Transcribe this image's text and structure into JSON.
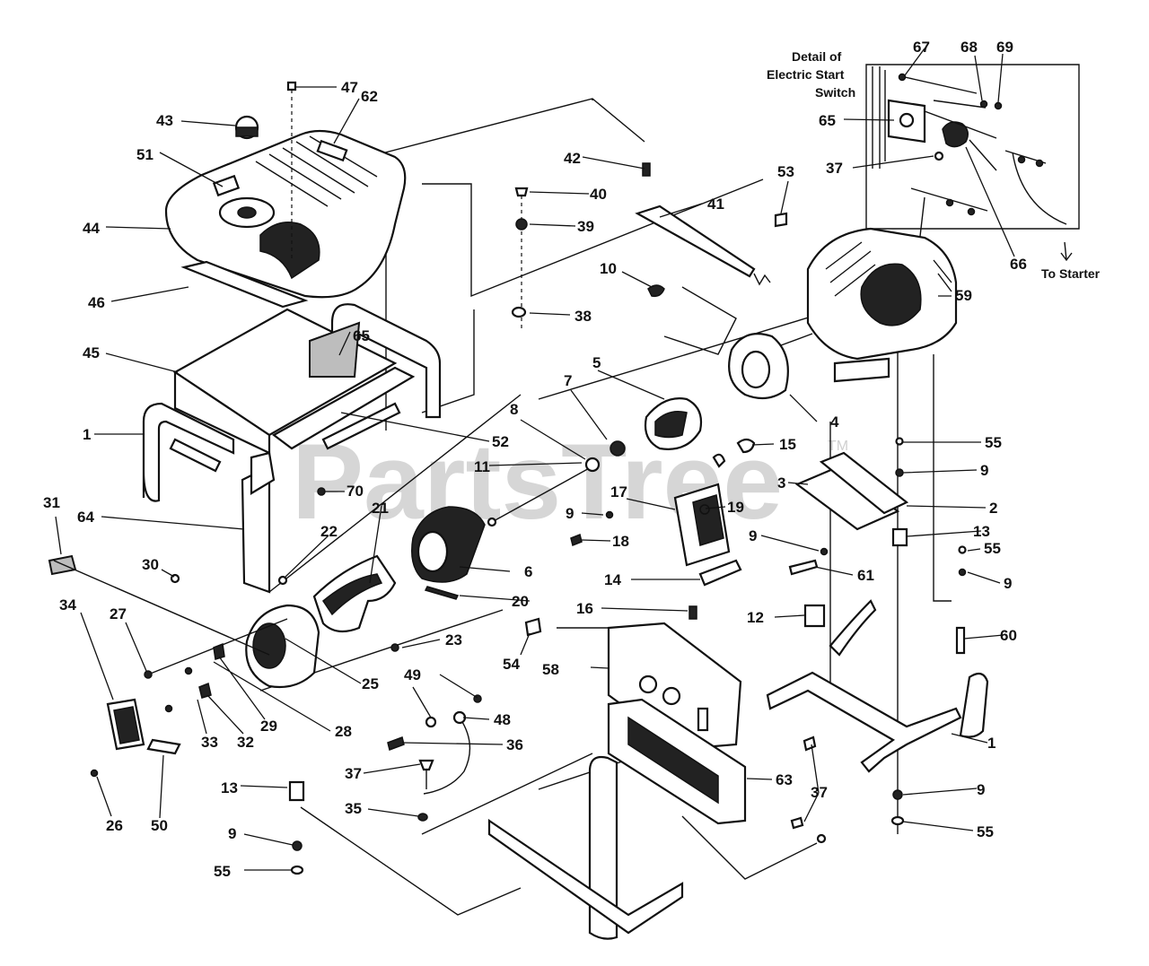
{
  "watermark": {
    "text": "PartsTree",
    "trademark": "TM"
  },
  "detail": {
    "title_lines": [
      "Detail of",
      "Electric Start",
      "Switch"
    ],
    "to_starter": "To Starter"
  },
  "callouts": [
    {
      "id": "67",
      "text": "67"
    },
    {
      "id": "68",
      "text": "68"
    },
    {
      "id": "69",
      "text": "69"
    },
    {
      "id": "65a",
      "text": "65"
    },
    {
      "id": "37a",
      "text": "37"
    },
    {
      "id": "66",
      "text": "66"
    },
    {
      "id": "47",
      "text": "47"
    },
    {
      "id": "62",
      "text": "62"
    },
    {
      "id": "43",
      "text": "43"
    },
    {
      "id": "51",
      "text": "51"
    },
    {
      "id": "44",
      "text": "44"
    },
    {
      "id": "46",
      "text": "46"
    },
    {
      "id": "45",
      "text": "45"
    },
    {
      "id": "65b",
      "text": "65"
    },
    {
      "id": "1a",
      "text": "1"
    },
    {
      "id": "52",
      "text": "52"
    },
    {
      "id": "70",
      "text": "70"
    },
    {
      "id": "64",
      "text": "64"
    },
    {
      "id": "22",
      "text": "22"
    },
    {
      "id": "21",
      "text": "21"
    },
    {
      "id": "31",
      "text": "31"
    },
    {
      "id": "30",
      "text": "30"
    },
    {
      "id": "34",
      "text": "34"
    },
    {
      "id": "27",
      "text": "27"
    },
    {
      "id": "25",
      "text": "25"
    },
    {
      "id": "29",
      "text": "29"
    },
    {
      "id": "28",
      "text": "28"
    },
    {
      "id": "33",
      "text": "33"
    },
    {
      "id": "32",
      "text": "32"
    },
    {
      "id": "26",
      "text": "26"
    },
    {
      "id": "50",
      "text": "50"
    },
    {
      "id": "13a",
      "text": "13"
    },
    {
      "id": "9a",
      "text": "9"
    },
    {
      "id": "55a",
      "text": "55"
    },
    {
      "id": "42",
      "text": "42"
    },
    {
      "id": "40",
      "text": "40"
    },
    {
      "id": "39",
      "text": "39"
    },
    {
      "id": "41",
      "text": "41"
    },
    {
      "id": "10",
      "text": "10"
    },
    {
      "id": "38",
      "text": "38"
    },
    {
      "id": "5",
      "text": "5"
    },
    {
      "id": "7",
      "text": "7"
    },
    {
      "id": "8",
      "text": "8"
    },
    {
      "id": "11",
      "text": "11"
    },
    {
      "id": "9b",
      "text": "9"
    },
    {
      "id": "18",
      "text": "18"
    },
    {
      "id": "6",
      "text": "6"
    },
    {
      "id": "20",
      "text": "20"
    },
    {
      "id": "23",
      "text": "23"
    },
    {
      "id": "15",
      "text": "15"
    },
    {
      "id": "17",
      "text": "17"
    },
    {
      "id": "19",
      "text": "19"
    },
    {
      "id": "14",
      "text": "14"
    },
    {
      "id": "16",
      "text": "16"
    },
    {
      "id": "54",
      "text": "54"
    },
    {
      "id": "58",
      "text": "58"
    },
    {
      "id": "49",
      "text": "49"
    },
    {
      "id": "48",
      "text": "48"
    },
    {
      "id": "36",
      "text": "36"
    },
    {
      "id": "37b",
      "text": "37"
    },
    {
      "id": "35",
      "text": "35"
    },
    {
      "id": "53",
      "text": "53"
    },
    {
      "id": "59",
      "text": "59"
    },
    {
      "id": "4",
      "text": "4"
    },
    {
      "id": "3",
      "text": "3"
    },
    {
      "id": "9c",
      "text": "9"
    },
    {
      "id": "61",
      "text": "61"
    },
    {
      "id": "12",
      "text": "12"
    },
    {
      "id": "55b",
      "text": "55"
    },
    {
      "id": "9d",
      "text": "9"
    },
    {
      "id": "2",
      "text": "2"
    },
    {
      "id": "13b",
      "text": "13"
    },
    {
      "id": "55c",
      "text": "55"
    },
    {
      "id": "9e",
      "text": "9"
    },
    {
      "id": "60",
      "text": "60"
    },
    {
      "id": "1b",
      "text": "1"
    },
    {
      "id": "63",
      "text": "63"
    },
    {
      "id": "37c",
      "text": "37"
    },
    {
      "id": "9f",
      "text": "9"
    },
    {
      "id": "55d",
      "text": "55"
    }
  ]
}
